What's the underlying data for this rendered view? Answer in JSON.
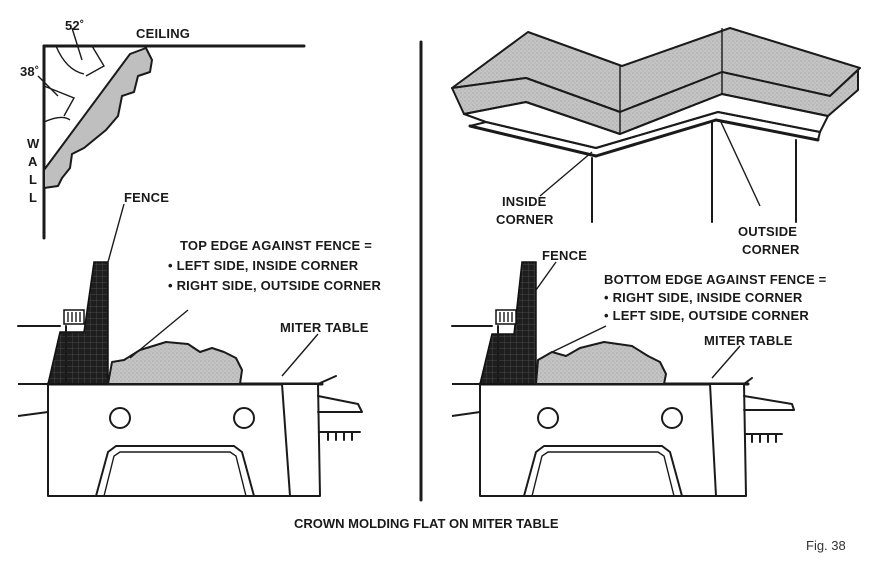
{
  "labels": {
    "angle_52": "52˚",
    "angle_38": "38˚",
    "ceiling": "CEILING",
    "wall_letters": [
      "W",
      "A",
      "L",
      "L"
    ],
    "fence_left": "FENCE",
    "fence_right": "FENCE",
    "top_edge": [
      "TOP EDGE AGAINST FENCE =",
      "• LEFT SIDE, INSIDE CORNER",
      "• RIGHT SIDE, OUTSIDE CORNER"
    ],
    "bottom_edge": [
      "BOTTOM EDGE AGAINST FENCE =",
      "• RIGHT SIDE, INSIDE CORNER",
      "• LEFT SIDE, OUTSIDE CORNER"
    ],
    "miter_table_left": "MITER TABLE",
    "miter_table_right": "MITER TABLE",
    "inside_corner": [
      "INSIDE",
      "CORNER"
    ],
    "outside_corner": [
      "OUTSIDE",
      "CORNER"
    ]
  },
  "caption": "CROWN MOLDING FLAT ON MITER TABLE",
  "figure_number": "Fig. 38"
}
